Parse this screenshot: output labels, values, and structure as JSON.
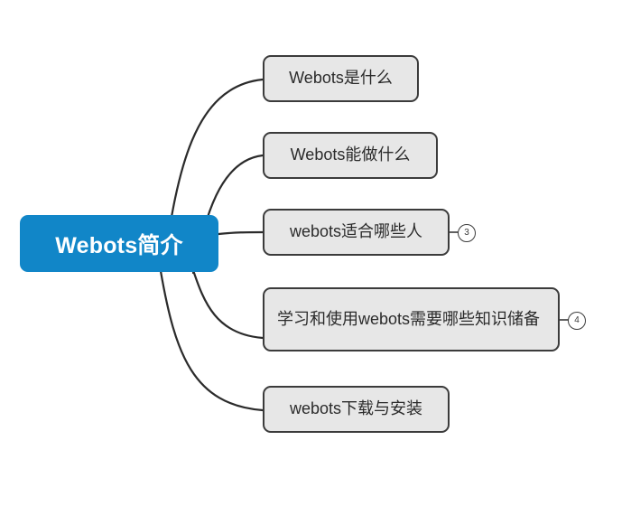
{
  "diagram": {
    "type": "mind-map",
    "title": "Webots简介",
    "background_color": "#ffffff",
    "root": {
      "label": "Webots简介",
      "fill_color": "#1186c8",
      "text_color": "#ffffff"
    },
    "branch_style": {
      "fill_color": "#e7e7e7",
      "border_color": "#3b3b3b",
      "text_color": "#2b2b2b",
      "connector_color": "#2b2b2b"
    },
    "branches": [
      {
        "id": "n1",
        "label": "Webots是什么",
        "badge": ""
      },
      {
        "id": "n2",
        "label": "Webots能做什么",
        "badge": ""
      },
      {
        "id": "n3",
        "label": "webots适合哪些人",
        "badge": "3"
      },
      {
        "id": "n4",
        "label": "学习和使用webots需要哪些知识储备",
        "badge": "4"
      },
      {
        "id": "n5",
        "label": "webots下载与安装",
        "badge": ""
      }
    ]
  }
}
